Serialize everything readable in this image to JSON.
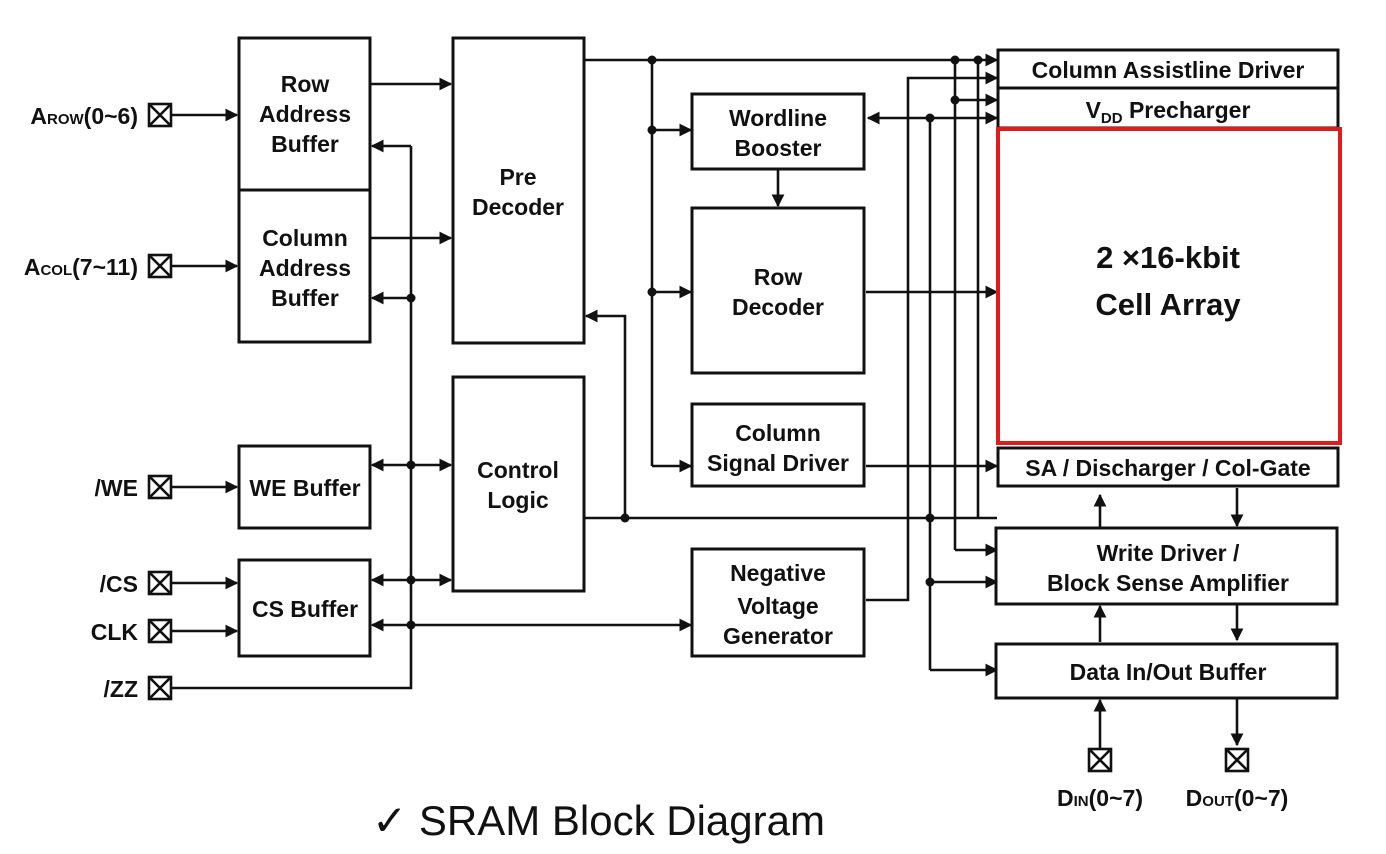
{
  "caption": {
    "check": "✓",
    "text": "SRAM Block Diagram"
  },
  "blocks": {
    "row_address_buffer": [
      "Row",
      "Address",
      "Buffer"
    ],
    "column_address_buffer": [
      "Column",
      "Address",
      "Buffer"
    ],
    "pre_decoder": [
      "Pre",
      "Decoder"
    ],
    "control_logic": [
      "Control",
      "Logic"
    ],
    "we_buffer": "WE Buffer",
    "cs_buffer": "CS Buffer",
    "wordline_booster": [
      "Wordline",
      "Booster"
    ],
    "row_decoder": [
      "Row",
      "Decoder"
    ],
    "column_signal_driver": [
      "Column",
      "Signal Driver"
    ],
    "negative_voltage_generator": [
      "Negative",
      "Voltage",
      "Generator"
    ],
    "column_assistline_driver": "Column Assistline Driver",
    "vdd_precharger": {
      "v": "V",
      "sub": "DD",
      "rest": " Precharger"
    },
    "cell_array": [
      "2 ×16-kbit",
      "Cell Array"
    ],
    "sa_discharger": "SA / Discharger / Col-Gate",
    "write_driver": [
      "Write Driver /",
      "Block Sense Amplifier"
    ],
    "data_io_buffer": "Data In/Out Buffer"
  },
  "pins": {
    "arow": {
      "main": "A",
      "sub": "ROW",
      "rest": "(0~6)"
    },
    "acol": {
      "main": "A",
      "sub": "COL",
      "rest": "(7~11)"
    },
    "we": "/WE",
    "cs": "/CS",
    "clk": "CLK",
    "zz": "/ZZ",
    "din": {
      "main": "D",
      "sub": "IN",
      "rest": "(0~7)"
    },
    "dout": {
      "main": "D",
      "sub": "OUT",
      "rest": "(0~7)"
    }
  },
  "colors": {
    "line": "#111111",
    "cell_array_border": "#e11b1b",
    "background": "#ffffff"
  }
}
